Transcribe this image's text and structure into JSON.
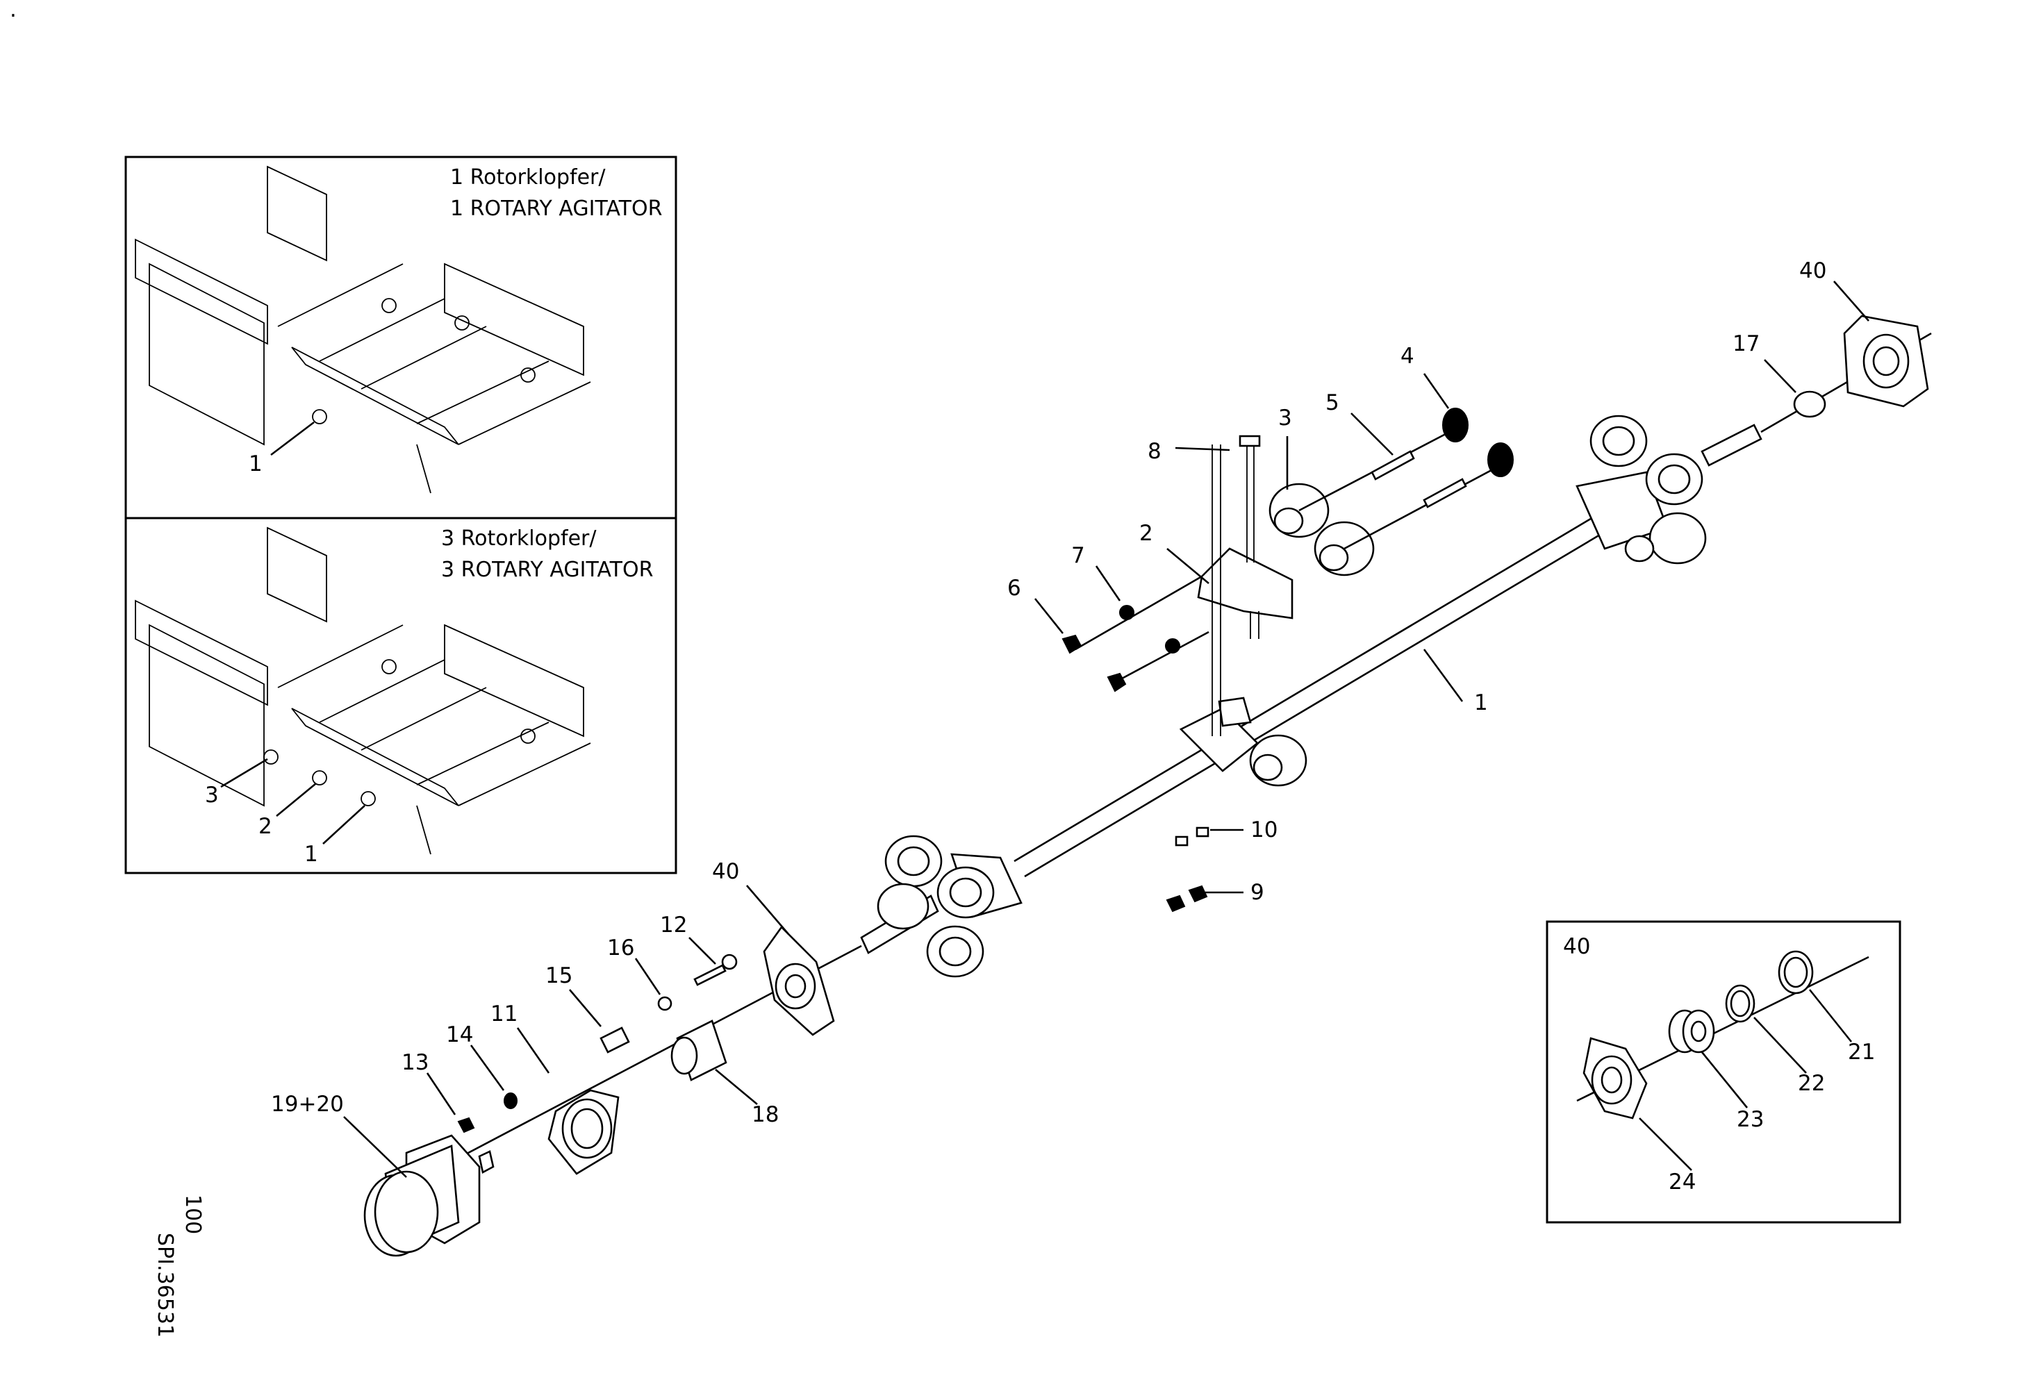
{
  "drawing_id": "SPI.36531",
  "page_number": "100",
  "corner_mark": ".",
  "inset_one_agitator": {
    "title_line1": "1 Rotorklopfer/",
    "title_line2": "1 ROTARY AGITATOR",
    "labels": [
      "1"
    ]
  },
  "inset_three_agitators": {
    "title_line1": "3 Rotorklopfer/",
    "title_line2": "3 ROTARY AGITATOR",
    "labels": [
      "3",
      "2",
      "1"
    ]
  },
  "detail_inset": {
    "title": "40",
    "labels": [
      "21",
      "22",
      "23",
      "24"
    ]
  },
  "main_callouts": [
    "1",
    "2",
    "3",
    "4",
    "5",
    "6",
    "7",
    "8",
    "9",
    "10",
    "11",
    "12",
    "13",
    "14",
    "15",
    "16",
    "17",
    "18",
    "19+20",
    "40",
    "40"
  ]
}
